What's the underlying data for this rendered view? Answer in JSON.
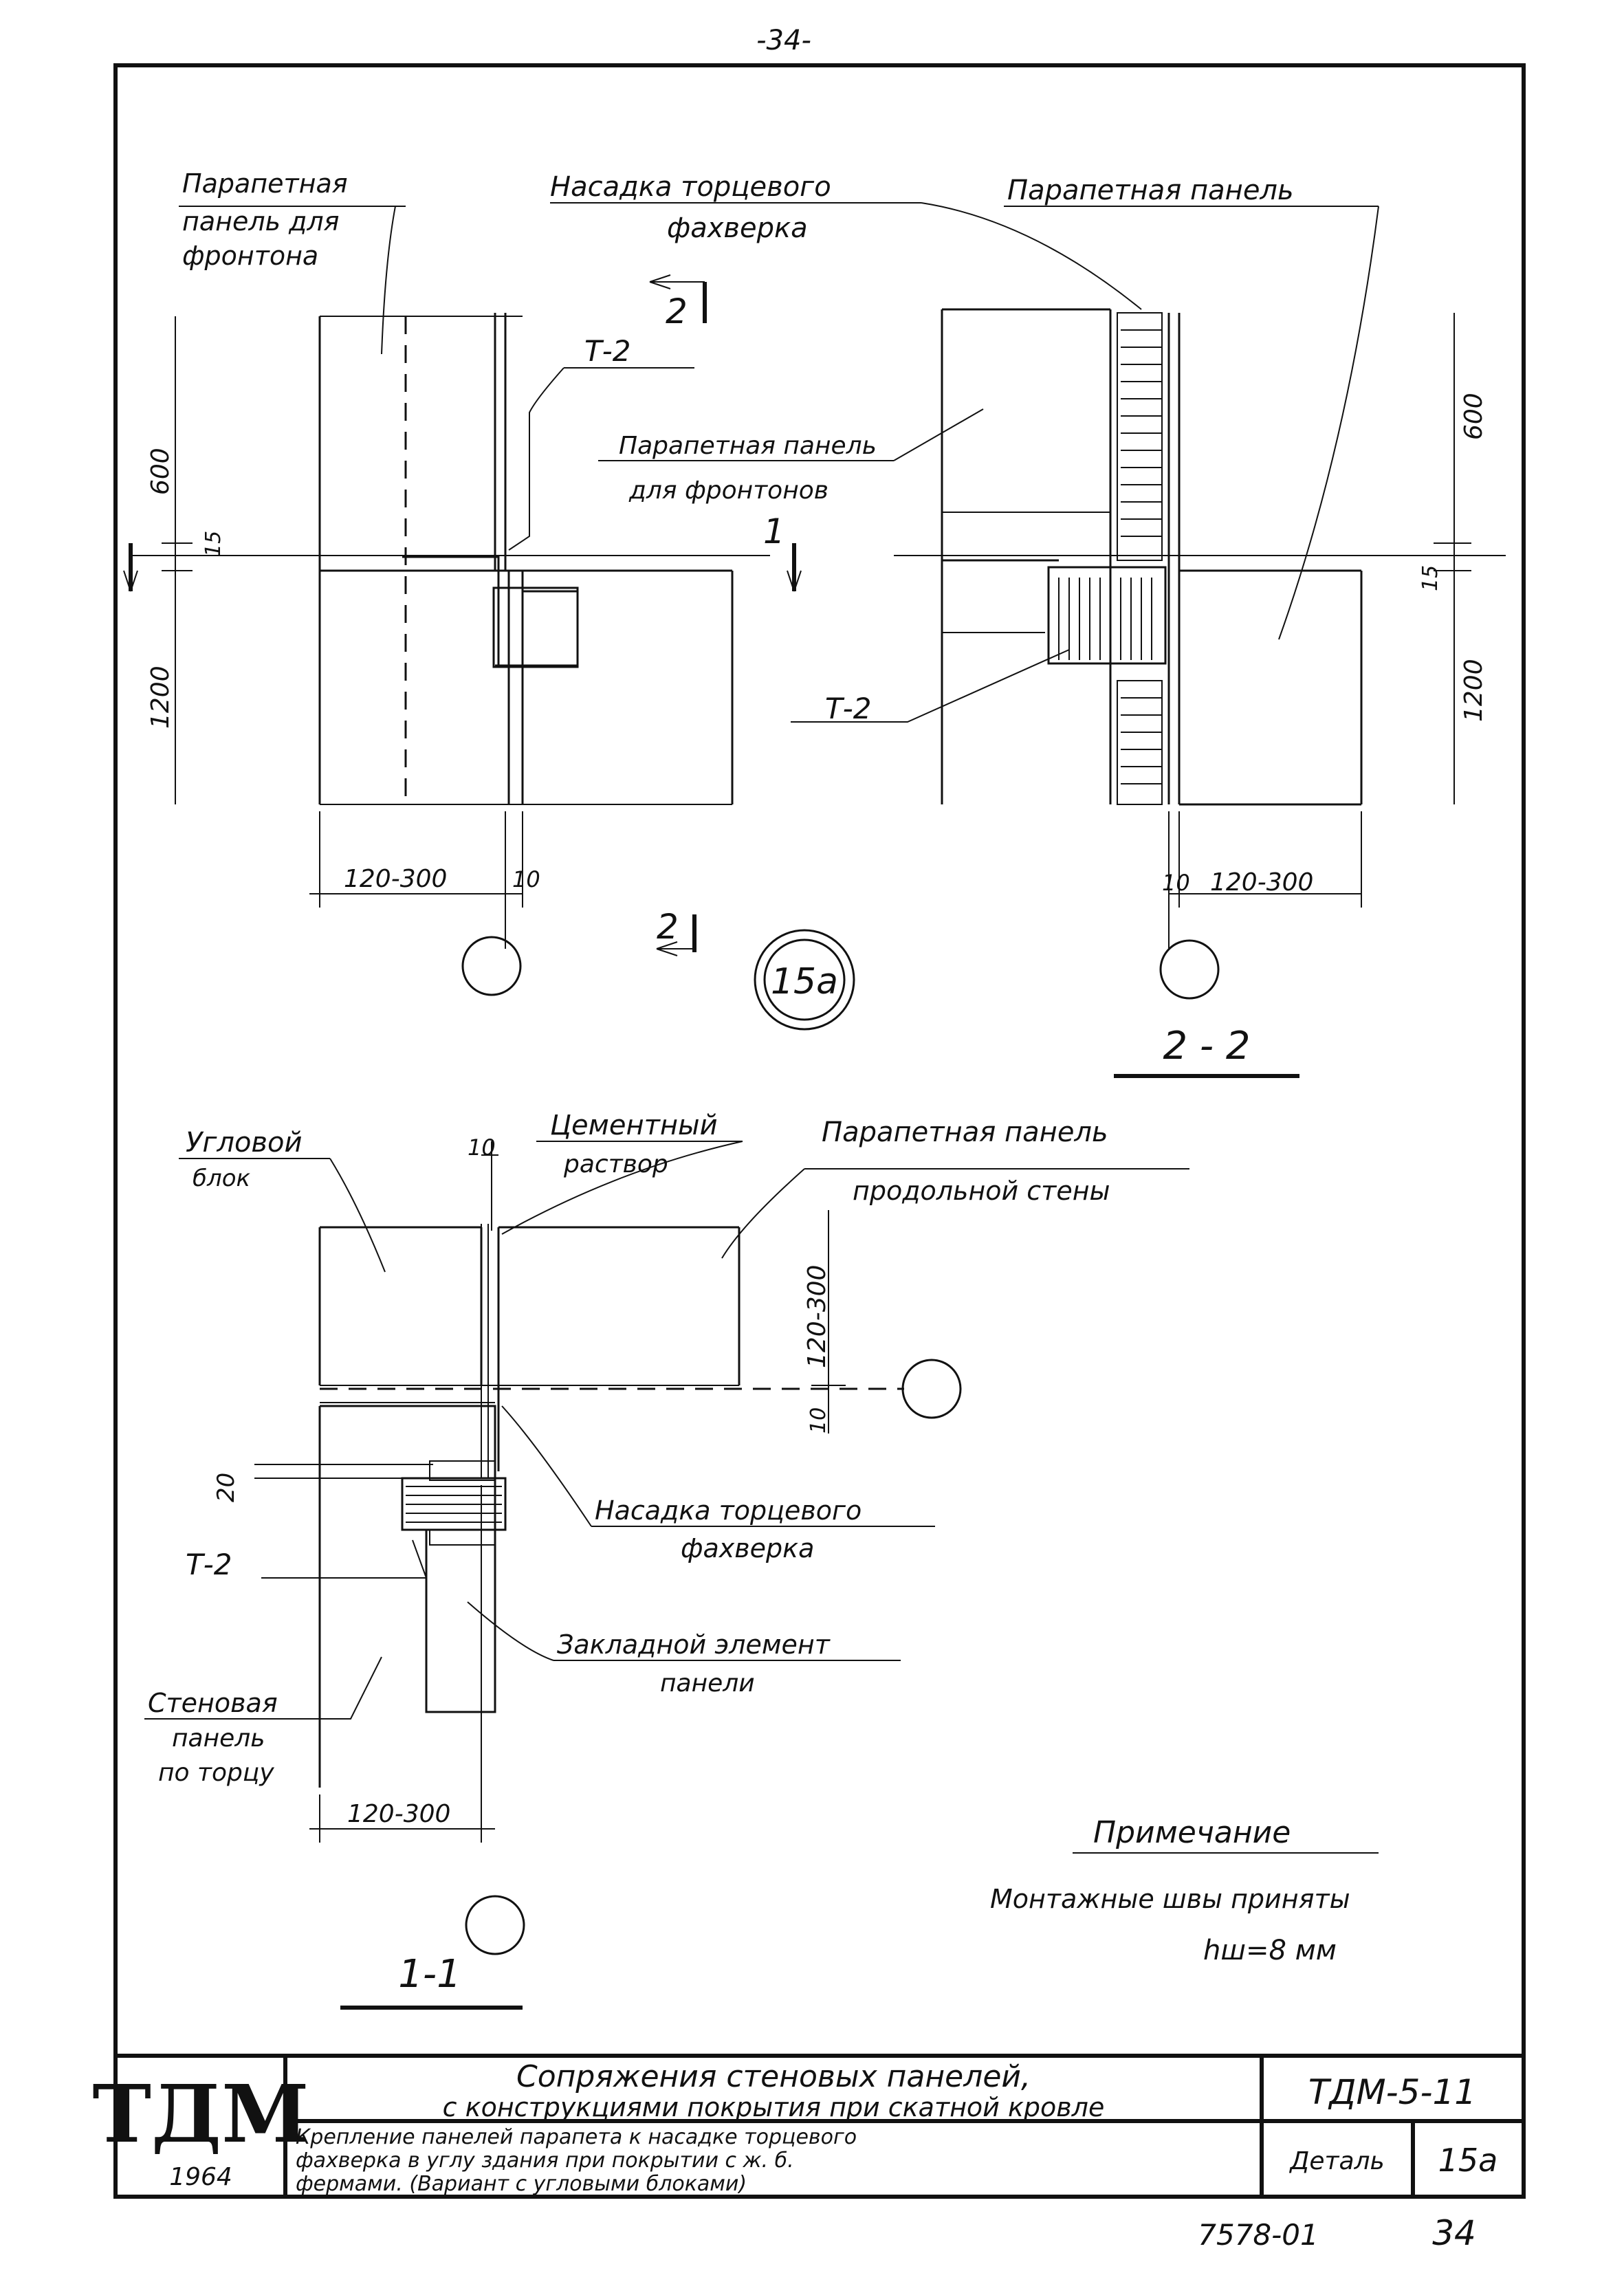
{
  "page_number": "-34-",
  "view_top_left": {
    "label_parapet_gable": [
      "Парапетная",
      "панель для",
      "фронтона"
    ],
    "label_t2": "Т-2",
    "label_parapet_gables": [
      "Парапетная панель",
      "для фронтонов"
    ],
    "section_mark_top": "2",
    "section_mark_bottom": "2",
    "section_mark_1": "1",
    "dim_600": "600",
    "dim_15": "15",
    "dim_1200": "1200",
    "dim_120_300": "120-300",
    "dim_10": "10"
  },
  "view_2_2": {
    "label_cap": [
      "Насадка торцевого",
      "фахверка"
    ],
    "label_parapet_panel": "Парапетная панель",
    "label_t2": "Т-2",
    "dim_600": "600",
    "dim_15": "15",
    "dim_1200": "1200",
    "dim_10": "10",
    "dim_120_300": "120-300",
    "title": "2 - 2"
  },
  "detail_badge": "15а",
  "view_1_1": {
    "label_corner_block": [
      "Угловой",
      "блок"
    ],
    "label_cement": [
      "Цементный",
      "раствор"
    ],
    "label_parapet_long": [
      "Парапетная панель",
      "продольной стены"
    ],
    "label_cap": [
      "Насадка торцевого",
      "фахверка"
    ],
    "label_t2": "Т-2",
    "label_embed": [
      "Закладной элемент",
      "панели"
    ],
    "label_wall_panel": [
      "Стеновая",
      "панель",
      "по торцу"
    ],
    "dim_10_top": "10",
    "dim_120_300_v": "120-300",
    "dim_10_v": "10",
    "dim_20": "20",
    "dim_120_300": "120-300",
    "title": "1-1"
  },
  "note": {
    "title": "Примечание",
    "line1": "Монтажные швы приняты",
    "line2": "hш=8 мм"
  },
  "title_block": {
    "logo": "ТДМ",
    "year": "1964",
    "title_line1": "Сопряжения стеновых панелей,",
    "title_line2": "с конструкциями покрытия при скатной кровле",
    "code": "ТДМ-5-11",
    "desc_line1": "Крепление панелей парапета к насадке торцевого",
    "desc_line2": "фахверка в углу здания при покрытии с ж. б.",
    "desc_line3": "фермами. (Вариант с угловыми блоками)",
    "detail_label": "Деталь",
    "detail_value": "15а"
  },
  "footer_code": "7578-01",
  "footer_page": "34"
}
